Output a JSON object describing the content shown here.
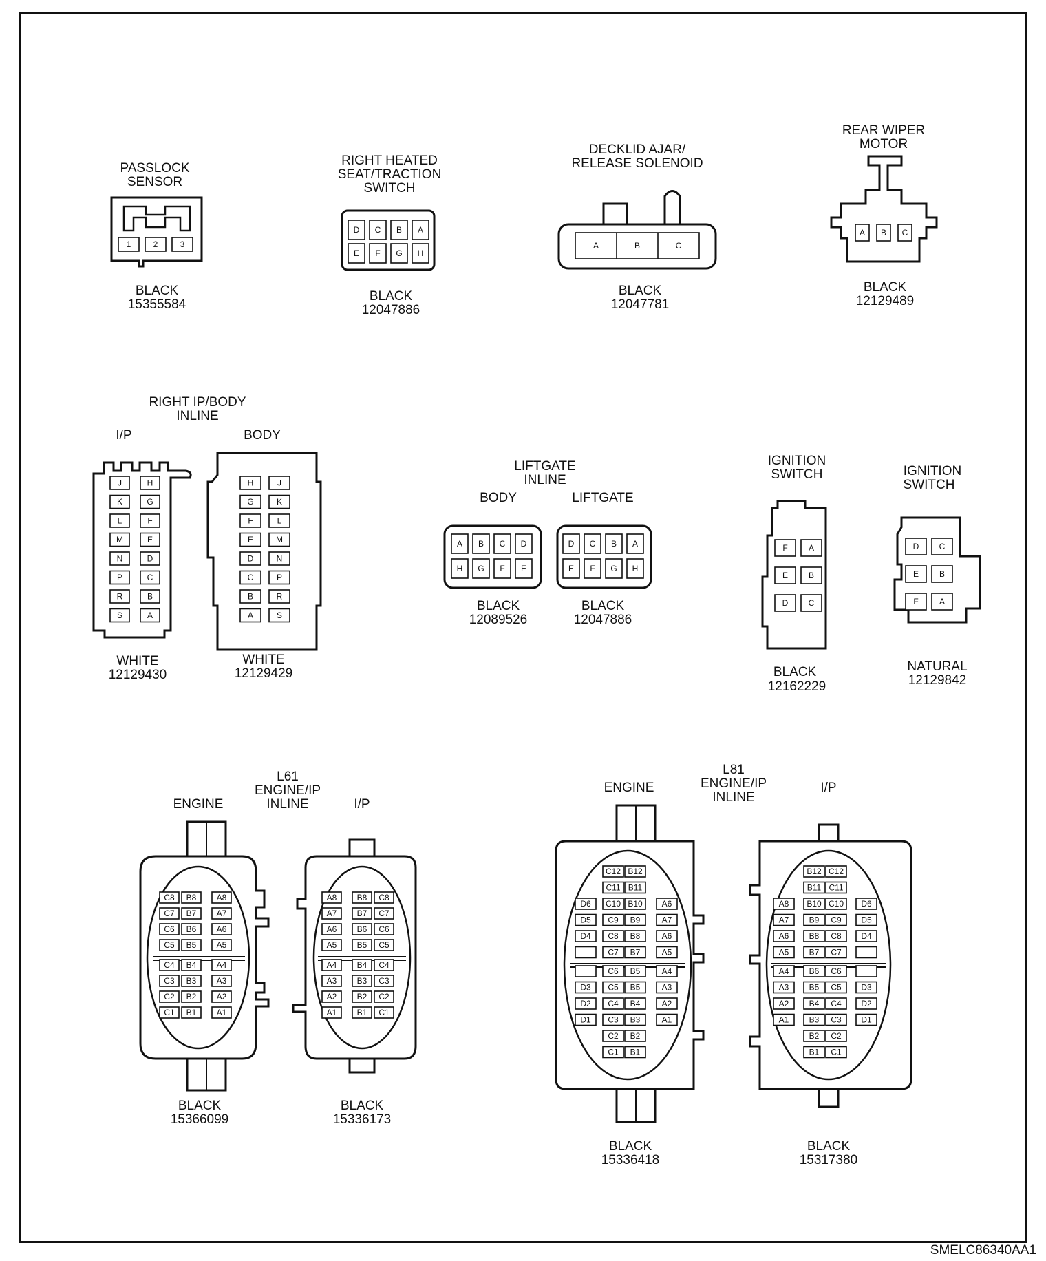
{
  "drawing_code": "SMELC86340AA1",
  "connectors": {
    "passlock": {
      "title": [
        "PASSLOCK",
        "SENSOR"
      ],
      "color": "BLACK",
      "part": "15355584",
      "pins": [
        "1",
        "2",
        "3"
      ]
    },
    "seat_switch": {
      "title": [
        "RIGHT HEATED",
        "SEAT/TRACTION",
        "SWITCH"
      ],
      "color": "BLACK",
      "part": "12047886",
      "rows": [
        [
          "D",
          "C",
          "B",
          "A"
        ],
        [
          "E",
          "F",
          "G",
          "H"
        ]
      ]
    },
    "decklid": {
      "title": [
        "DECKLID AJAR/",
        "RELEASE SOLENOID"
      ],
      "color": "BLACK",
      "part": "12047781",
      "pins": [
        "A",
        "B",
        "C"
      ]
    },
    "rear_wiper": {
      "title": [
        "REAR WIPER",
        "MOTOR"
      ],
      "color": "BLACK",
      "part": "12129489",
      "pins": [
        "A",
        "B",
        "C"
      ]
    },
    "ip_body": {
      "title": [
        "RIGHT IP/BODY",
        "INLINE"
      ],
      "ip": {
        "label": "I/P",
        "color": "WHITE",
        "part": "12129430",
        "rows": [
          [
            "J",
            "H"
          ],
          [
            "K",
            "G"
          ],
          [
            "L",
            "F"
          ],
          [
            "M",
            "E"
          ],
          [
            "N",
            "D"
          ],
          [
            "P",
            "C"
          ],
          [
            "R",
            "B"
          ],
          [
            "S",
            "A"
          ]
        ]
      },
      "body": {
        "label": "BODY",
        "color": "WHITE",
        "part": "12129429",
        "rows": [
          [
            "H",
            "J"
          ],
          [
            "G",
            "K"
          ],
          [
            "F",
            "L"
          ],
          [
            "E",
            "M"
          ],
          [
            "D",
            "N"
          ],
          [
            "C",
            "P"
          ],
          [
            "B",
            "R"
          ],
          [
            "A",
            "S"
          ]
        ]
      }
    },
    "liftgate": {
      "title": [
        "LIFTGATE",
        "INLINE"
      ],
      "body": {
        "label": "BODY",
        "color": "BLACK",
        "part": "12089526",
        "rows": [
          [
            "A",
            "B",
            "C",
            "D"
          ],
          [
            "H",
            "G",
            "F",
            "E"
          ]
        ]
      },
      "liftgate": {
        "label": "LIFTGATE",
        "color": "BLACK",
        "part": "12047886",
        "rows": [
          [
            "D",
            "C",
            "B",
            "A"
          ],
          [
            "E",
            "F",
            "G",
            "H"
          ]
        ]
      }
    },
    "ign1": {
      "title": [
        "IGNITION",
        "SWITCH"
      ],
      "color": "BLACK",
      "part": "12162229",
      "rows": [
        [
          "F",
          "A"
        ],
        [
          "E",
          "B"
        ],
        [
          "D",
          "C"
        ]
      ]
    },
    "ign2": {
      "title": [
        "IGNITION",
        "SWITCH"
      ],
      "color": "NATURAL",
      "part": "12129842",
      "rows": [
        [
          "D",
          "C"
        ],
        [
          "E",
          "B"
        ],
        [
          "F",
          "A"
        ]
      ]
    },
    "l61": {
      "title": [
        "L61",
        "ENGINE/IP",
        "INLINE"
      ],
      "engine": {
        "label": "ENGINE",
        "color": "BLACK",
        "part": "15366099",
        "rows": [
          [
            "C8",
            "B8",
            "A8"
          ],
          [
            "C7",
            "B7",
            "A7"
          ],
          [
            "C6",
            "B6",
            "A6"
          ],
          [
            "C5",
            "B5",
            "A5"
          ],
          [
            "C4",
            "B4",
            "A4"
          ],
          [
            "C3",
            "B3",
            "A3"
          ],
          [
            "C2",
            "B2",
            "A2"
          ],
          [
            "C1",
            "B1",
            "A1"
          ]
        ]
      },
      "ip": {
        "label": "I/P",
        "color": "BLACK",
        "part": "15336173",
        "rows": [
          [
            "A8",
            "B8",
            "C8"
          ],
          [
            "A7",
            "B7",
            "C7"
          ],
          [
            "A6",
            "B6",
            "C6"
          ],
          [
            "A5",
            "B5",
            "C5"
          ],
          [
            "A4",
            "B4",
            "C4"
          ],
          [
            "A3",
            "B3",
            "C3"
          ],
          [
            "A2",
            "B2",
            "C2"
          ],
          [
            "A1",
            "B1",
            "C1"
          ]
        ]
      }
    },
    "l81": {
      "title": [
        "L81",
        "ENGINE/IP",
        "INLINE"
      ],
      "engine": {
        "label": "ENGINE",
        "color": "BLACK",
        "part": "15336418",
        "rows": [
          [
            "",
            "C12",
            "B12",
            ""
          ],
          [
            "",
            "C11",
            "B11",
            ""
          ],
          [
            "D6",
            "C10",
            "B10",
            "A6"
          ],
          [
            "D5",
            "C9",
            "B9",
            "A7"
          ],
          [
            "D4",
            "C8",
            "B8",
            "A6"
          ],
          [
            "",
            "C7",
            "B7",
            "A5"
          ],
          [
            "",
            "C6",
            "B5",
            "A4"
          ],
          [
            "D3",
            "C5",
            "B5",
            "A3"
          ],
          [
            "D2",
            "C4",
            "B4",
            "A2"
          ],
          [
            "D1",
            "C3",
            "B3",
            "A1"
          ],
          [
            "",
            "C2",
            "B2",
            ""
          ],
          [
            "",
            "C1",
            "B1",
            ""
          ]
        ]
      },
      "ip": {
        "label": "I/P",
        "color": "BLACK",
        "part": "15317380",
        "rows": [
          [
            "",
            "B12",
            "C12",
            ""
          ],
          [
            "",
            "B11",
            "C11",
            ""
          ],
          [
            "A8",
            "B10",
            "C10",
            "D6"
          ],
          [
            "A7",
            "B9",
            "C9",
            "D5"
          ],
          [
            "A6",
            "B8",
            "C8",
            "D4"
          ],
          [
            "A5",
            "B7",
            "C7",
            ""
          ],
          [
            "A4",
            "B6",
            "C6",
            ""
          ],
          [
            "A3",
            "B5",
            "C5",
            "D3"
          ],
          [
            "A2",
            "B4",
            "C4",
            "D2"
          ],
          [
            "A1",
            "B3",
            "C3",
            "D1"
          ],
          [
            "",
            "B2",
            "C2",
            ""
          ],
          [
            "",
            "B1",
            "C1",
            ""
          ]
        ]
      }
    }
  }
}
